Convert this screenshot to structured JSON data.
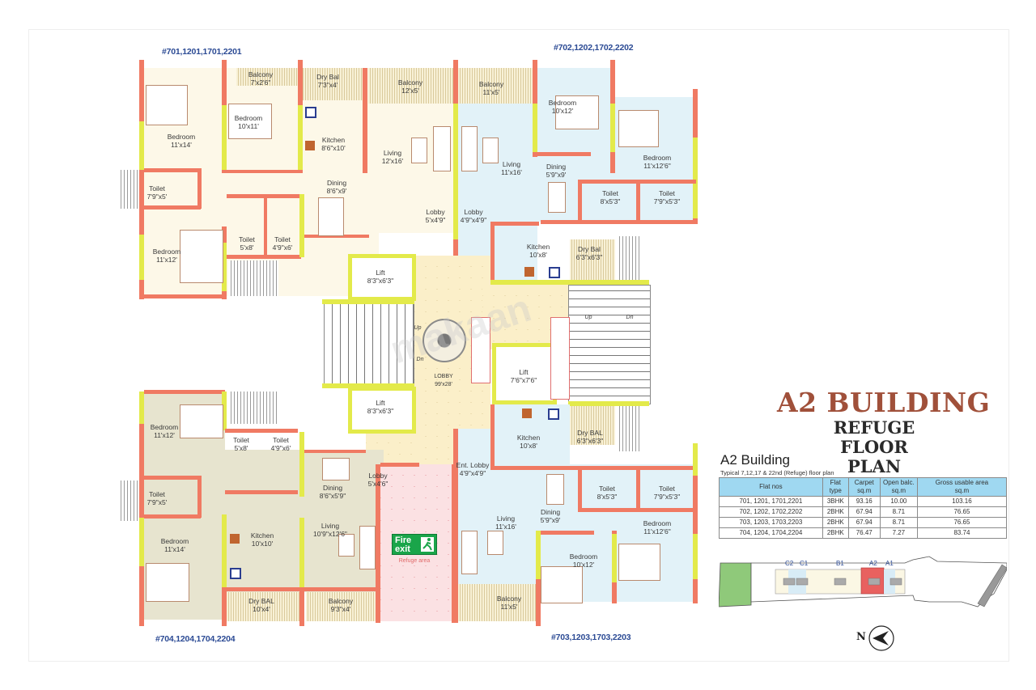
{
  "title": {
    "main": "A2 BUILDING",
    "sub_line1": "REFUGE",
    "sub_line2": "FLOOR PLAN"
  },
  "flat_labels": {
    "top_left": "#701,1201,1701,2201",
    "top_right": "#702,1202,1702,2202",
    "bottom_left": "#704,1204,1704,2204",
    "bottom_right": "#703,1203,1703,2203"
  },
  "rooms": {
    "flat701": [
      {
        "name": "Balcony",
        "size": "7'x2'6\""
      },
      {
        "name": "Dry Bal",
        "size": "7'3\"x4'"
      },
      {
        "name": "Balcony",
        "size": "12'x5'"
      },
      {
        "name": "Bedroom",
        "size": "11'x14'"
      },
      {
        "name": "Bedroom",
        "size": "10'x11'"
      },
      {
        "name": "Kitchen",
        "size": "8'6\"x10'"
      },
      {
        "name": "Living",
        "size": "12'x16'"
      },
      {
        "name": "Dining",
        "size": "8'6\"x9'"
      },
      {
        "name": "Toilet",
        "size": "7'9\"x5'"
      },
      {
        "name": "Toilet",
        "size": "5'x8'"
      },
      {
        "name": "Toilet",
        "size": "4'9\"x6'"
      },
      {
        "name": "Bedroom",
        "size": "11'x12'"
      },
      {
        "name": "Lobby",
        "size": "5'x4'9\""
      }
    ],
    "flat702": [
      {
        "name": "Balcony",
        "size": "11'x5'"
      },
      {
        "name": "Bedroom",
        "size": "10'x12'"
      },
      {
        "name": "Bedroom",
        "size": "11'x12'6\""
      },
      {
        "name": "Living",
        "size": "11'x16'"
      },
      {
        "name": "Dining",
        "size": "5'9\"x9'"
      },
      {
        "name": "Lobby",
        "size": "4'9\"x4'9\""
      },
      {
        "name": "Toilet",
        "size": "8'x5'3\""
      },
      {
        "name": "Toilet",
        "size": "7'9\"x5'3\""
      },
      {
        "name": "Kitchen",
        "size": "10'x8'"
      },
      {
        "name": "Dry Bal",
        "size": "6'3\"x6'3\""
      }
    ],
    "core": [
      {
        "name": "Lift",
        "size": "8'3\"x6'3\""
      },
      {
        "name": "Lift",
        "size": "8'3\"x6'3\""
      },
      {
        "name": "Lift",
        "size": "7'6\"x7'6\""
      },
      {
        "name": "LOBBY",
        "size": "99'x28'"
      },
      {
        "name": "Up",
        "size": ""
      },
      {
        "name": "Dn",
        "size": ""
      }
    ],
    "flat704": [
      {
        "name": "Bedroom",
        "size": "11'x12'"
      },
      {
        "name": "Toilet",
        "size": "5'x8'"
      },
      {
        "name": "Toilet",
        "size": "4'9\"x6'"
      },
      {
        "name": "Toilet",
        "size": "7'9\"x5'"
      },
      {
        "name": "Dining",
        "size": "8'6\"x5'9\""
      },
      {
        "name": "Lobby",
        "size": "5'x4'6\""
      },
      {
        "name": "Living",
        "size": "10'9\"x12'6\""
      },
      {
        "name": "Kitchen",
        "size": "10'x10'"
      },
      {
        "name": "Bedroom",
        "size": "11'x14'"
      },
      {
        "name": "Dry BAL",
        "size": "10'x4'"
      },
      {
        "name": "Balcony",
        "size": "9'3\"x4'"
      }
    ],
    "flat703": [
      {
        "name": "Kitchen",
        "size": "10'x8'"
      },
      {
        "name": "Dry BAL",
        "size": "6'3\"x6'3\""
      },
      {
        "name": "Ent. Lobby",
        "size": "4'9\"x4'9\""
      },
      {
        "name": "Toilet",
        "size": "8'x5'3\""
      },
      {
        "name": "Toilet",
        "size": "7'9\"x5'3\""
      },
      {
        "name": "Living",
        "size": "11'x16'"
      },
      {
        "name": "Dining",
        "size": "5'9\"x9'"
      },
      {
        "name": "Bedroom",
        "size": "10'x12'"
      },
      {
        "name": "Bedroom",
        "size": "11'x12'6\""
      },
      {
        "name": "Balcony",
        "size": "11'x5'"
      }
    ]
  },
  "fire_exit": {
    "line1": "Fire",
    "line2": "exit",
    "caption": "Refuge area"
  },
  "table": {
    "heading": "A2 Building",
    "subheading": "Typical 7,12,17 & 22nd (Refuge) floor plan",
    "columns": [
      {
        "l1": "Flat nos",
        "l2": ""
      },
      {
        "l1": "Flat",
        "l2": "type"
      },
      {
        "l1": "Carpet",
        "l2": "sq.m"
      },
      {
        "l1": "Open balc.",
        "l2": "sq.m"
      },
      {
        "l1": "Gross usable area",
        "l2": "sq.m"
      }
    ],
    "rows": [
      [
        "701, 1201, 1701,2201",
        "3BHK",
        "93.16",
        "10.00",
        "103.16"
      ],
      [
        "702, 1202, 1702,2202",
        "2BHK",
        "67.94",
        "8.71",
        "76.65"
      ],
      [
        "703, 1203, 1703,2203",
        "2BHK",
        "67.94",
        "8.71",
        "76.65"
      ],
      [
        "704, 1204, 1704,2204",
        "2BHK",
        "76.47",
        "7.27",
        "83.74"
      ]
    ]
  },
  "key_plan": {
    "buildings": [
      "C2",
      "C1",
      "B1",
      "A2",
      "A1"
    ],
    "highlighted": "A2",
    "highlight_color": "#e8615f"
  },
  "compass": {
    "label": "N"
  },
  "colors": {
    "wall": "#f07a63",
    "window_wall": "#e3ea4a",
    "title": "#a0503a",
    "flat_label": "#2b4a94",
    "table_header": "#9fd8f1",
    "fire_exit": "#1aa54a"
  }
}
